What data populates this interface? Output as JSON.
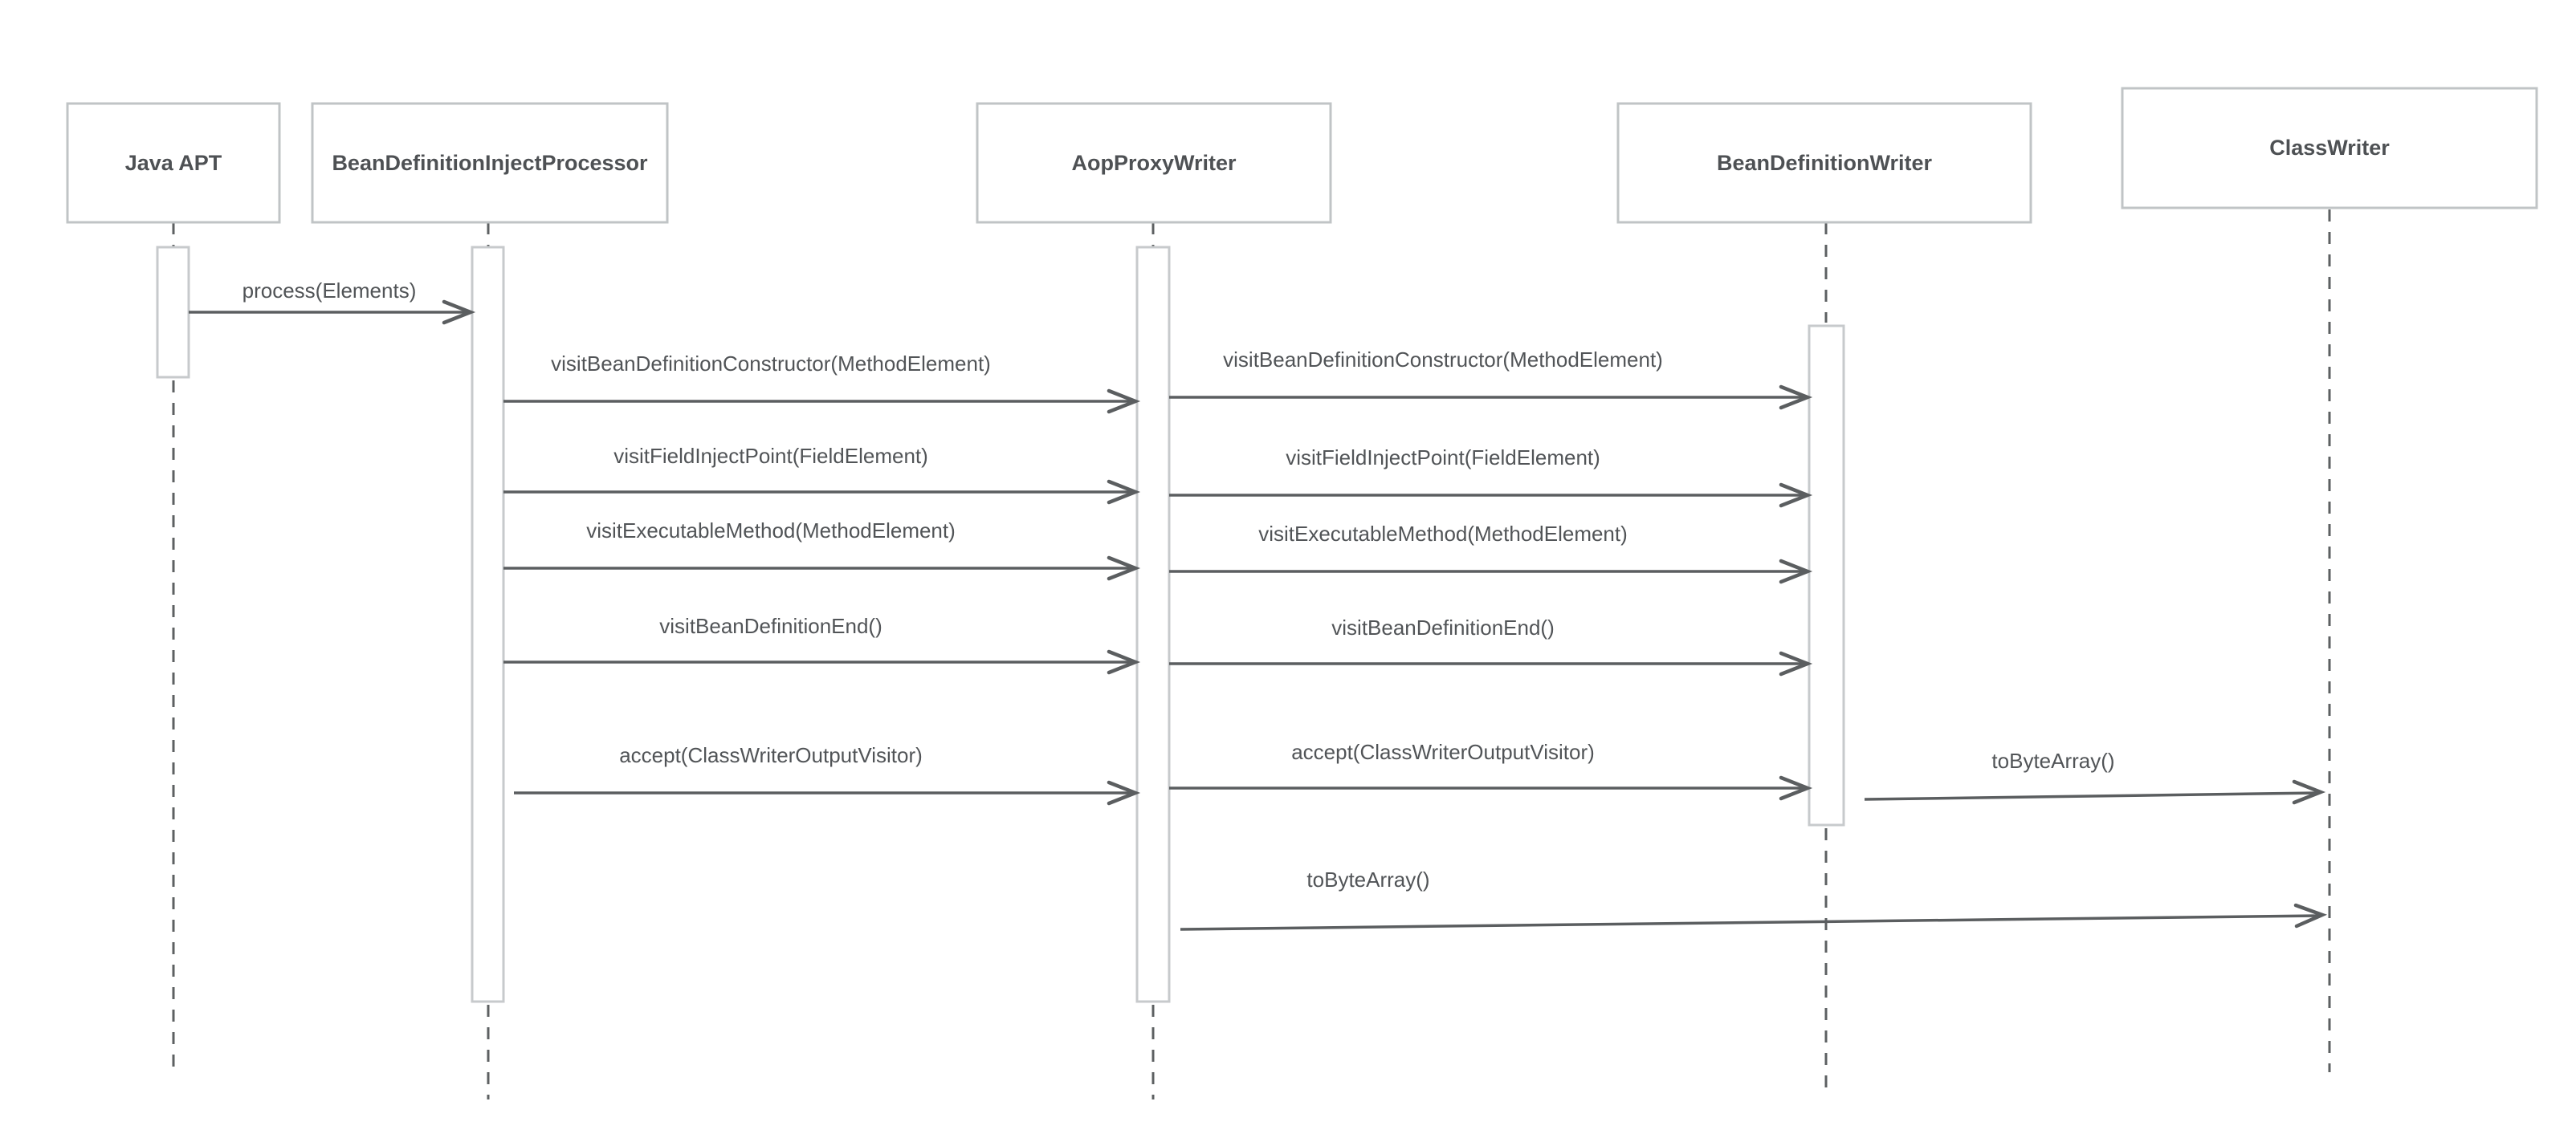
{
  "diagram": {
    "type": "uml-sequence-diagram",
    "background_color": "#ffffff",
    "colors": {
      "participant_border": "#c0c4c6",
      "activation_border": "#c7cacc",
      "arrow": "#5b5e60",
      "lifeline": "#5d6062",
      "label_text": "#515457",
      "participant_text": "#4e5154"
    },
    "participants": [
      {
        "name": "Java APT"
      },
      {
        "name": "BeanDefinitionInjectProcessor"
      },
      {
        "name": "AopProxyWriter"
      },
      {
        "name": "BeanDefinitionWriter"
      },
      {
        "name": "ClassWriter"
      }
    ],
    "messages": [
      {
        "from": "Java APT",
        "to": "BeanDefinitionInjectProcessor",
        "label": "process(Elements)"
      },
      {
        "from": "BeanDefinitionInjectProcessor",
        "to": "AopProxyWriter",
        "label": "visitBeanDefinitionConstructor(MethodElement)"
      },
      {
        "from": "AopProxyWriter",
        "to": "BeanDefinitionWriter",
        "label": "visitBeanDefinitionConstructor(MethodElement)"
      },
      {
        "from": "BeanDefinitionInjectProcessor",
        "to": "AopProxyWriter",
        "label": "visitFieldInjectPoint(FieldElement)"
      },
      {
        "from": "AopProxyWriter",
        "to": "BeanDefinitionWriter",
        "label": "visitFieldInjectPoint(FieldElement)"
      },
      {
        "from": "BeanDefinitionInjectProcessor",
        "to": "AopProxyWriter",
        "label": "visitExecutableMethod(MethodElement)"
      },
      {
        "from": "AopProxyWriter",
        "to": "BeanDefinitionWriter",
        "label": "visitExecutableMethod(MethodElement)"
      },
      {
        "from": "BeanDefinitionInjectProcessor",
        "to": "AopProxyWriter",
        "label": "visitBeanDefinitionEnd()"
      },
      {
        "from": "AopProxyWriter",
        "to": "BeanDefinitionWriter",
        "label": "visitBeanDefinitionEnd()"
      },
      {
        "from": "BeanDefinitionInjectProcessor",
        "to": "AopProxyWriter",
        "label": "accept(ClassWriterOutputVisitor)"
      },
      {
        "from": "AopProxyWriter",
        "to": "BeanDefinitionWriter",
        "label": "accept(ClassWriterOutputVisitor)"
      },
      {
        "from": "BeanDefinitionWriter",
        "to": "ClassWriter",
        "label": "toByteArray()"
      },
      {
        "from": "AopProxyWriter",
        "to": "ClassWriter",
        "label": "toByteArray()"
      }
    ]
  }
}
